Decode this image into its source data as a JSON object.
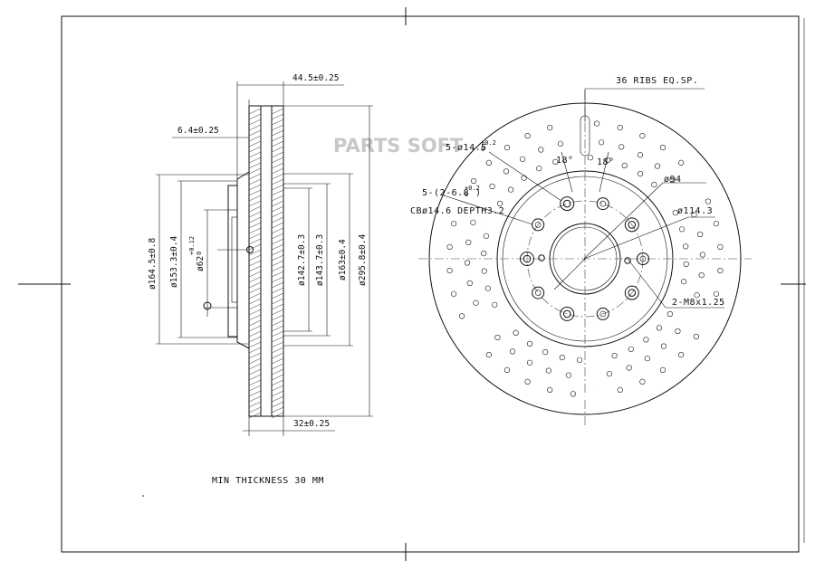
{
  "watermark": "PARTS SOFT",
  "side_view": {
    "dims": {
      "overall_thickness": "44.5±0.25",
      "hat_thickness": "6.4±0.25",
      "disc_thickness": "32±0.25",
      "d_164": "ø164.5±0.8",
      "d_153": "ø153.3±0.4",
      "d_62": "ø62",
      "d_62_tol": "+0.12",
      "d_62_tol_low": "0",
      "d_142": "ø142.7±0.3",
      "d_143": "ø143.7±0.3",
      "d_163": "ø163±0.4",
      "d_295": "ø295.8±0.4"
    }
  },
  "front_view": {
    "notes": {
      "ribs": "36 RIBS EQ.SP.",
      "holes_5": "5-ø14.5",
      "holes_5_tol": "+0.2",
      "holes_5_tol_low": "0",
      "holes_10": "5-(2-6.8",
      "holes_10_tol": "+0.2",
      "holes_10_tol_low": "0",
      "holes_10_close": ")",
      "cb": "CBø14.6 DEPTH3.2",
      "angle_1": "18°",
      "angle_2": "18°",
      "d_94": "ø94",
      "d_114": "ø114.3",
      "threads": "2-M8x1.25"
    }
  },
  "footer_note": "MIN THICKNESS 30 MM"
}
